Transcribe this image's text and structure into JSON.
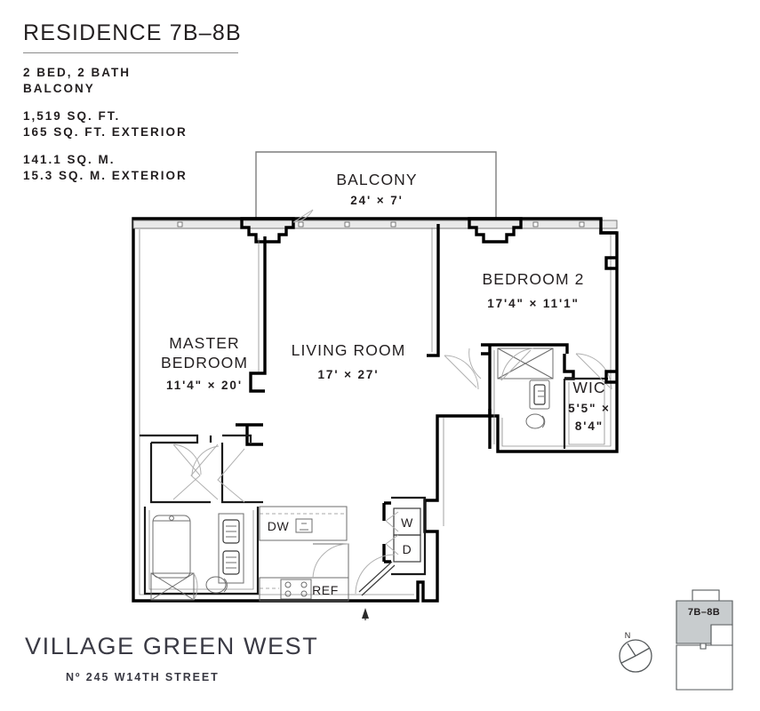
{
  "header": {
    "title": "RESIDENCE 7B–8B",
    "specs_type": [
      "2 BED, 2 BATH",
      "BALCONY"
    ],
    "specs_imperial": [
      "1,519 SQ. FT.",
      "165 SQ. FT. EXTERIOR"
    ],
    "specs_metric": [
      "141.1 SQ. M.",
      "15.3 SQ. M. EXTERIOR"
    ]
  },
  "footer": {
    "building_name": "VILLAGE GREEN WEST",
    "address": "Nº 245 W14TH STREET"
  },
  "rooms": [
    {
      "name": "BALCONY",
      "dims": "24' × 7'"
    },
    {
      "name": "BEDROOM 2",
      "dims": "17'4\" × 11'1\""
    },
    {
      "name": "MASTER",
      "name2": "BEDROOM",
      "dims": "11'4\" × 20'"
    },
    {
      "name": "LIVING ROOM",
      "dims": "17' × 27'"
    },
    {
      "name": "WIC",
      "dims_line1": "5'5\" ×",
      "dims_line2": "8'4\""
    }
  ],
  "appliances": {
    "dishwasher": "DW",
    "refrigerator": "REF",
    "washer": "W",
    "dryer": "D"
  },
  "keyplan": {
    "unit_label": "7B–8B",
    "highlight_color": "#c8ccce"
  },
  "compass": {
    "north_label": "N"
  },
  "colors": {
    "ink": "#231f20",
    "rule": "#8b8b8b",
    "wall": "#000000"
  }
}
